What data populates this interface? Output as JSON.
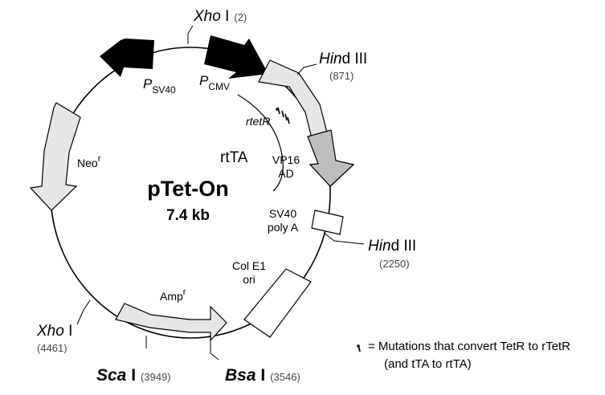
{
  "plasmid": {
    "name": "pTet-On",
    "size": "7.4 kb"
  },
  "sites": {
    "xho1_top": {
      "name_it": "Xho",
      "name_rest": " I",
      "pos": "(2)"
    },
    "hind3_top": {
      "name_it": "Hin",
      "name_rest": "d III",
      "pos": "(871)"
    },
    "hind3_right": {
      "name_it": "Hin",
      "name_rest": "d III",
      "pos": "(2250)"
    },
    "xho1_left": {
      "name_it": "Xho",
      "name_rest": " I",
      "pos": "(4461)"
    },
    "sca1": {
      "name_it": "Sca",
      "name_rest": " I",
      "pos": "(3949)"
    },
    "bsa1": {
      "name_it": "Bsa",
      "name_rest": " I",
      "pos": "(3546)"
    }
  },
  "features": {
    "psv40": {
      "p": "P",
      "sub": "SV40"
    },
    "pcmv": {
      "p": "P",
      "sub": "CMV"
    },
    "neo": {
      "base": "Neo",
      "sup": "r"
    },
    "amp": {
      "base": "Amp",
      "sup": "r"
    },
    "rtetr": "rtetR",
    "rtta": "rtTA",
    "vp16": [
      "VP16",
      "AD"
    ],
    "sv40pa": [
      "SV40",
      "poly A"
    ],
    "colE1": [
      "Col E1",
      "ori"
    ]
  },
  "legend": {
    "symbol": "⸴",
    "line1": "=  Mutations that convert TetR to rTetR",
    "line2": "(and tTA to rtTA)"
  },
  "colors": {
    "arrow_fill": "#e6e6e6",
    "arrow_dark": "#000000",
    "vp16_fill": "#bdbdbd",
    "box_fill": "#ffffff",
    "stroke": "#000000"
  }
}
